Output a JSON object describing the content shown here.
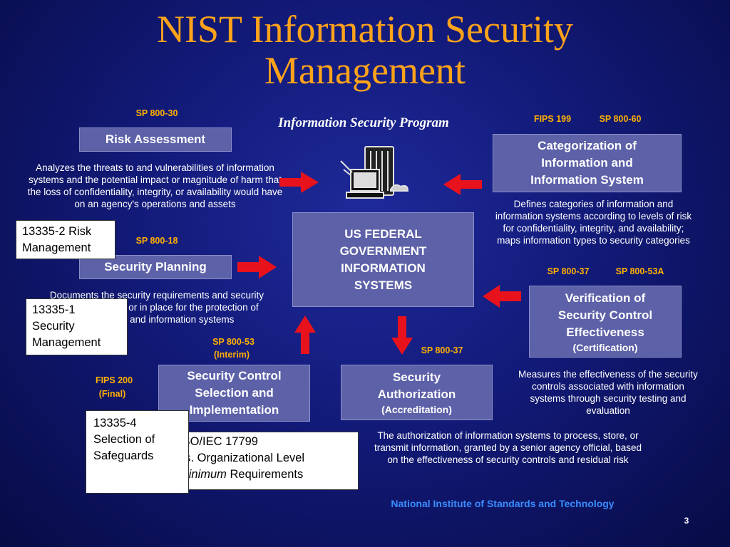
{
  "title_line1": "NIST Information Security",
  "title_line2": "Management",
  "subtitle": "Information Security Program",
  "refs": {
    "sp80030": "SP 800-30",
    "fips199": "FIPS 199",
    "sp80060": "SP 800-60",
    "sp80018": "SP 800-18",
    "sp80037a": "SP 800-37",
    "sp80053a": "SP 800-53A",
    "sp80053": "SP 800-53",
    "interim": "(Interim)",
    "sp80037b": "SP 800-37",
    "fips200": "FIPS 200",
    "final": "(Final)"
  },
  "boxes": {
    "risk": "Risk Assessment",
    "categorization": [
      "Categorization of",
      "Information and",
      "Information System"
    ],
    "planning": "Security Planning",
    "central": [
      "US FEDERAL",
      "GOVERNMENT",
      "INFORMATION",
      "SYSTEMS"
    ],
    "verification": [
      "Verification of",
      "Security Control",
      "Effectiveness"
    ],
    "verification_sub": "(Certification)",
    "selection": [
      "Security Control",
      "Selection and",
      "Implementation"
    ],
    "authorization": [
      "Security",
      "Authorization"
    ],
    "authorization_sub": "(Accreditation)"
  },
  "descriptions": {
    "risk": "Analyzes the threats to and vulnerabilities of information systems and the potential impact or magnitude of harm that the loss of confidentiality, integrity, or availability would have on an agency's operations and assets",
    "categorization": "Defines categories of information and information systems according to levels of risk for confidentiality, integrity, and availability; maps information types to security categories",
    "planning": "Documents the security requirements and security controls planned or in place for the protection of information and information systems",
    "verification": "Measures the effectiveness of the security controls associated with information systems through security testing and evaluation",
    "authorization": "The authorization of information systems to process, store, or transmit information, granted by a senior agency official, based on the effectiveness of security controls and residual risk"
  },
  "callouts": {
    "iso13335_2": [
      "13335-2 Risk",
      "Management"
    ],
    "iso13335_1": [
      "13335-1",
      "Security",
      "Management"
    ],
    "iso13335_4": [
      "13335-4",
      "Selection of",
      "Safeguards"
    ],
    "iso17799_l1": "ISO/IEC 17799",
    "iso17799_l2": "vs. Organizational Level",
    "iso17799_l3a": "Minimum",
    "iso17799_l3b": " Requirements"
  },
  "footer": "National Institute of Standards and Technology",
  "page_number": "3",
  "colors": {
    "title": "#ffa31a",
    "reference": "#ffb000",
    "box_fill": "#5d61a8",
    "arrow": "#e8121c",
    "footer": "#3a8cff"
  },
  "icons": [
    "computer-server-icon"
  ]
}
